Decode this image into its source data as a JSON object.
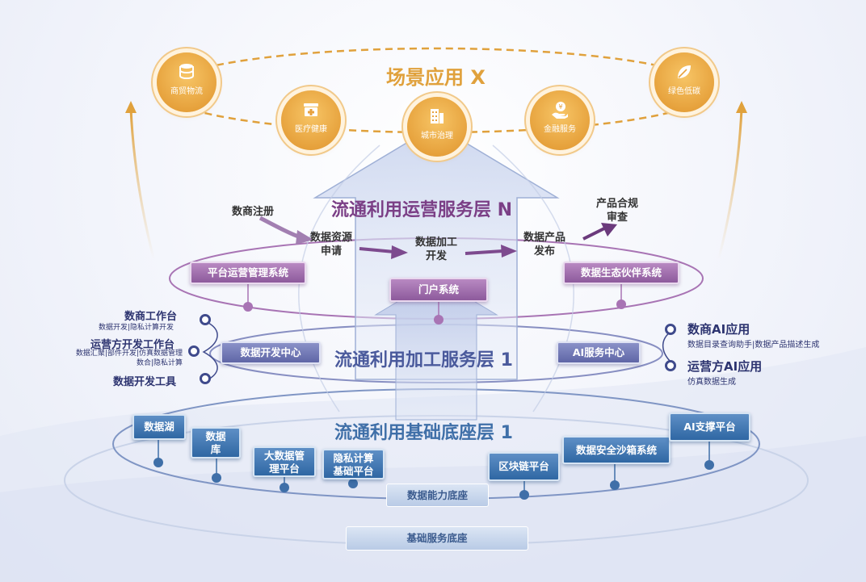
{
  "scene_layer": {
    "title": "场景应用 X",
    "items": [
      {
        "label": "商贸物流",
        "icon": "database-icon"
      },
      {
        "label": "医疗健康",
        "icon": "hospital-icon"
      },
      {
        "label": "城市治理",
        "icon": "building-icon"
      },
      {
        "label": "金融服务",
        "icon": "money-hand-icon"
      },
      {
        "label": "绿色低碳",
        "icon": "leaf-icon"
      }
    ]
  },
  "ops_layer": {
    "title": "流通利用运营服务层 N",
    "flow": {
      "step1": "数商注册",
      "step2": "数据资源\n申请",
      "step3": "数据加工\n开发",
      "step4": "数据产品\n发布",
      "step5": "产品合规\n审查"
    },
    "systems": [
      "平台运营管理系统",
      "门户系统",
      "数据生态伙伴系统"
    ]
  },
  "proc_layer": {
    "title": "流通利用加工服务层 1",
    "left_center": "数据开发中心",
    "right_center": "AI服务中心",
    "left_side": [
      {
        "head": "数商工作台",
        "sub": "数据开发|隐私计算开发"
      },
      {
        "head": "运营方开发工作台",
        "sub": "数据汇聚|部件开发|仿真数据管理\n数合|隐私计算"
      },
      {
        "head": "数据开发工具",
        "sub": ""
      }
    ],
    "right_side": [
      {
        "head": "数商AI应用",
        "sub": "数据目录查询助手|数据产品描述生成"
      },
      {
        "head": "运营方AI应用",
        "sub": "仿真数据生成"
      }
    ]
  },
  "base_layer": {
    "title": "流通利用基础底座层 1",
    "modules": [
      "数据湖",
      "数据\n库",
      "大数据管\n理平台",
      "隐私计算\n基础平台",
      "区块链平台",
      "数据安全沙箱系统",
      "AI支撑平台"
    ],
    "capability": "数据能力底座",
    "foundation": "基础服务底座"
  },
  "colors": {
    "scene": "#e0a13c",
    "ops": "#7b3f86",
    "proc": "#4a5a9c",
    "base": "#3f6fa8"
  }
}
